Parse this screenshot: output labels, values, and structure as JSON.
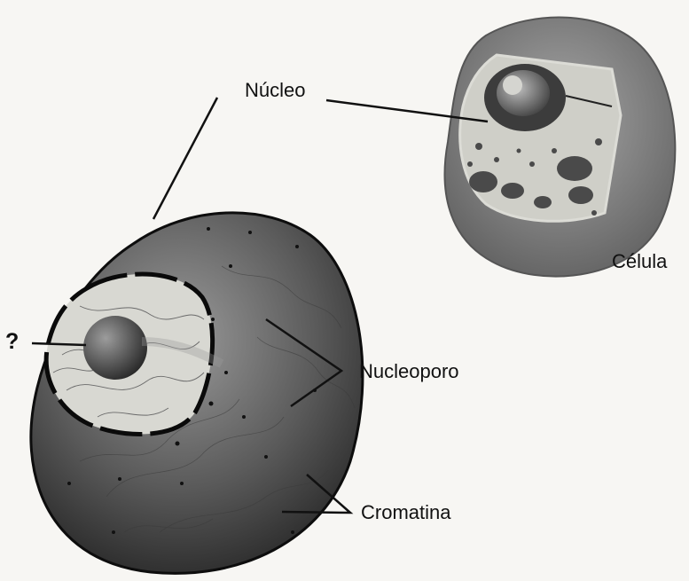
{
  "labels": {
    "nucleus": "Núcleo",
    "cell": "Célula",
    "nuclear_pore": "Nucleoporo",
    "chromatin": "Cromatina",
    "unknown": "?"
  },
  "colors": {
    "background": "#f7f6f3",
    "nucleus_dark": "#2e2e2e",
    "nucleus_light": "#8c8c8c",
    "interior": "#d9d9d3",
    "cell_outer": "#7e7e7e",
    "line": "#111111"
  }
}
